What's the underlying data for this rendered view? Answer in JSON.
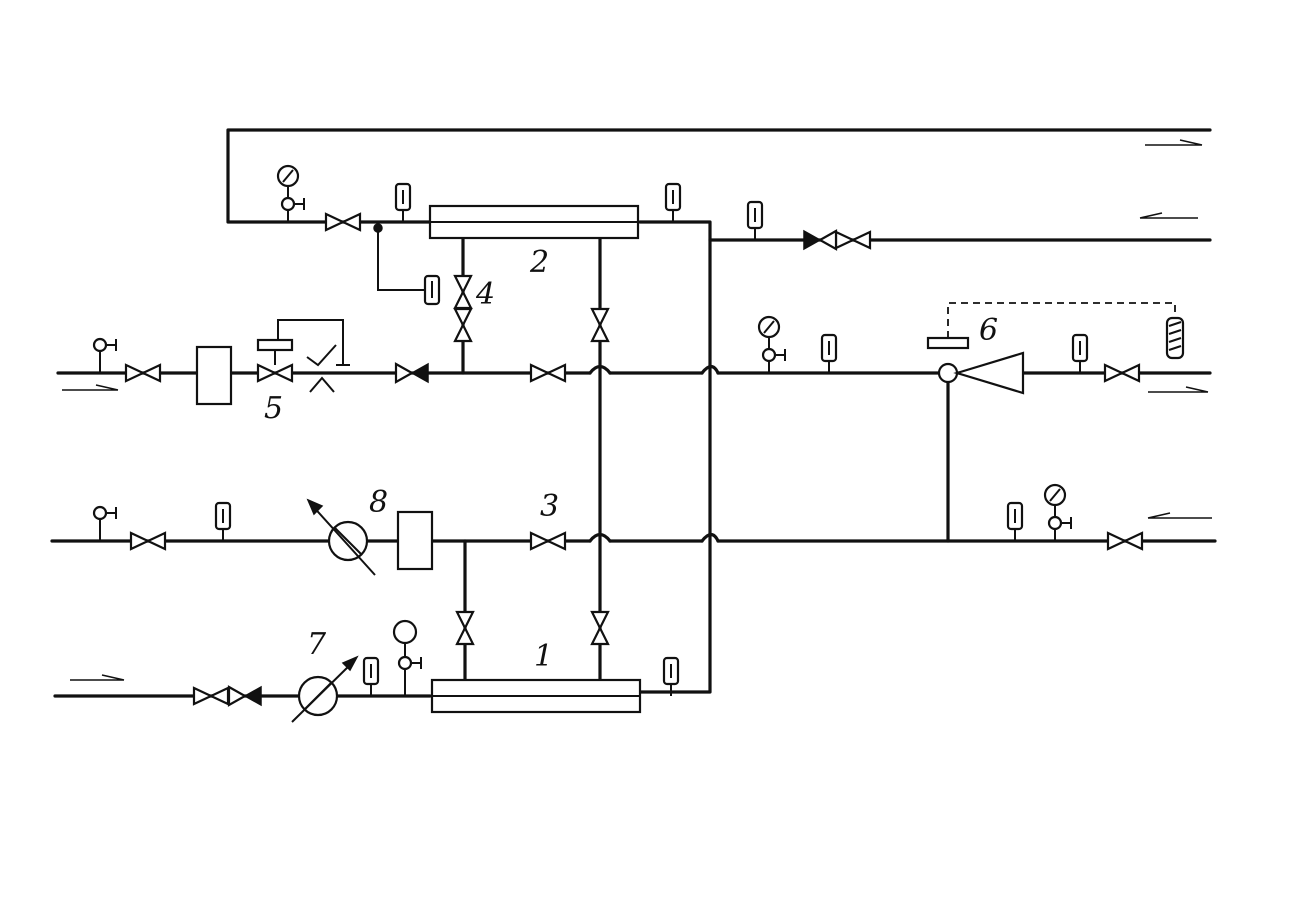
{
  "diagram": {
    "labels": {
      "l1": "1",
      "l2": "2",
      "l3": "3",
      "l4": "4",
      "l5": "5",
      "l6": "6",
      "l7": "7",
      "l8": "8"
    }
  }
}
